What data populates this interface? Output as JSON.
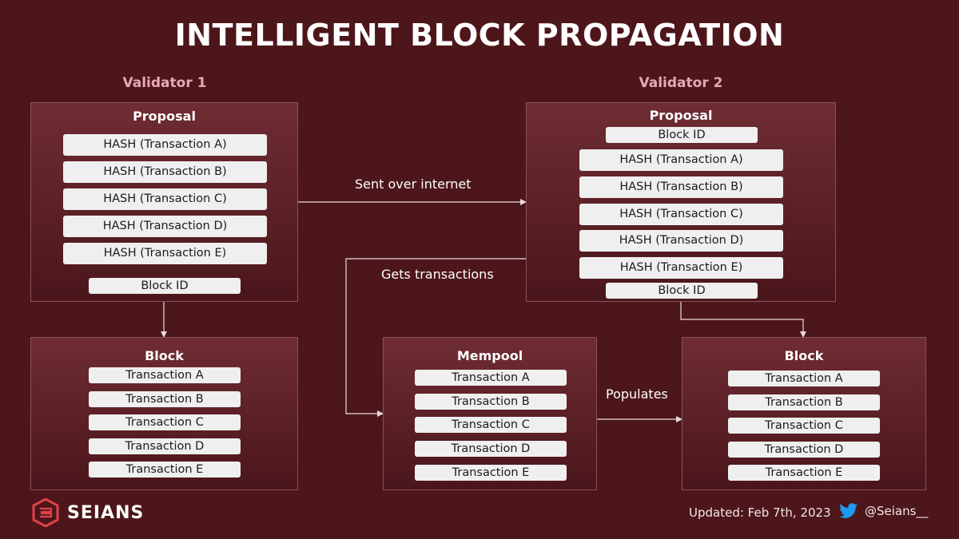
{
  "title": "INTELLIGENT BLOCK PROPAGATION",
  "validator1": {
    "label": "Validator 1",
    "proposal": {
      "title": "Proposal",
      "hashes": [
        "HASH (Transaction A)",
        "HASH (Transaction B)",
        "HASH (Transaction C)",
        "HASH (Transaction D)",
        "HASH (Transaction E)"
      ],
      "block_id": "Block ID"
    },
    "block": {
      "title": "Block",
      "transactions": [
        "Transaction A",
        "Transaction B",
        "Transaction C",
        "Transaction D",
        "Transaction E"
      ]
    }
  },
  "validator2": {
    "label": "Validator 2",
    "proposal": {
      "title": "Proposal",
      "block_id_top": "Block ID",
      "hashes": [
        "HASH (Transaction A)",
        "HASH (Transaction B)",
        "HASH (Transaction C)",
        "HASH (Transaction D)",
        "HASH (Transaction E)"
      ],
      "block_id_bottom": "Block ID"
    },
    "mempool": {
      "title": "Mempool",
      "transactions": [
        "Transaction A",
        "Transaction B",
        "Transaction C",
        "Transaction D",
        "Transaction E"
      ]
    },
    "block": {
      "title": "Block",
      "transactions": [
        "Transaction A",
        "Transaction B",
        "Transaction C",
        "Transaction D",
        "Transaction E"
      ]
    }
  },
  "edges": {
    "sent": "Sent over internet",
    "gets": "Gets transactions",
    "populates": "Populates"
  },
  "footer": {
    "brand": "SEIANS",
    "updated": "Updated: Feb 7th, 2023",
    "handle": "@Seians__"
  },
  "colors": {
    "background": "#4d161b",
    "box_top": "#6f2c33",
    "validator_label": "#e7a9b3",
    "pill": "#efefef",
    "brand_red": "#e0424b",
    "twitter_blue": "#1d9bf0"
  }
}
